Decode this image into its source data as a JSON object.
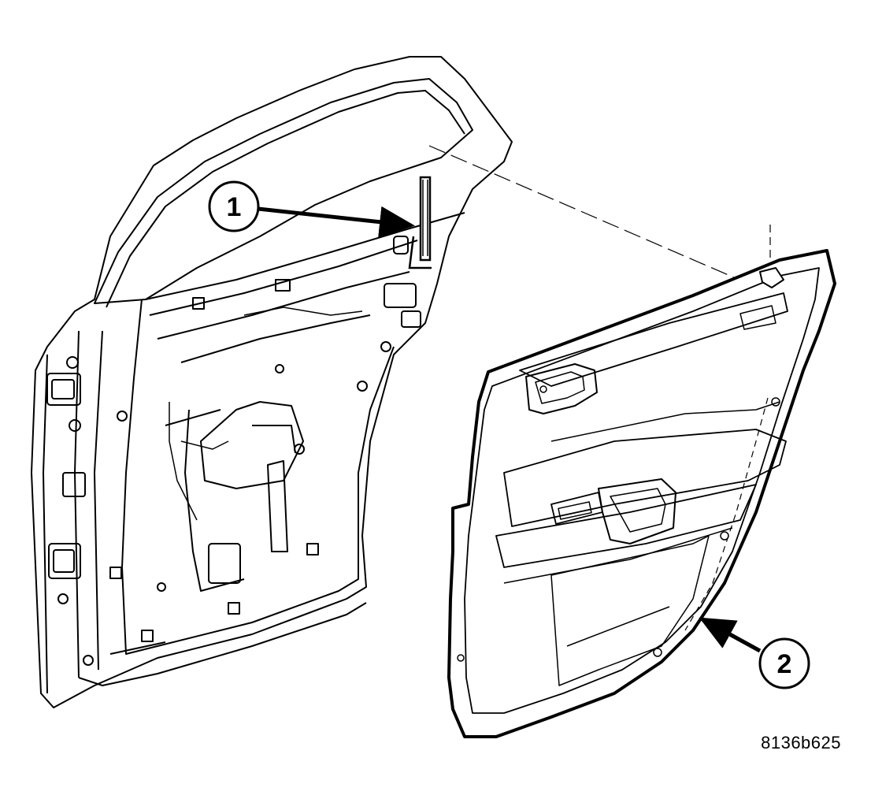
{
  "callouts": [
    {
      "number": "1"
    },
    {
      "number": "2"
    }
  ],
  "figure_id": "8136b625",
  "colors": {
    "line": "#000000",
    "background": "#ffffff"
  }
}
